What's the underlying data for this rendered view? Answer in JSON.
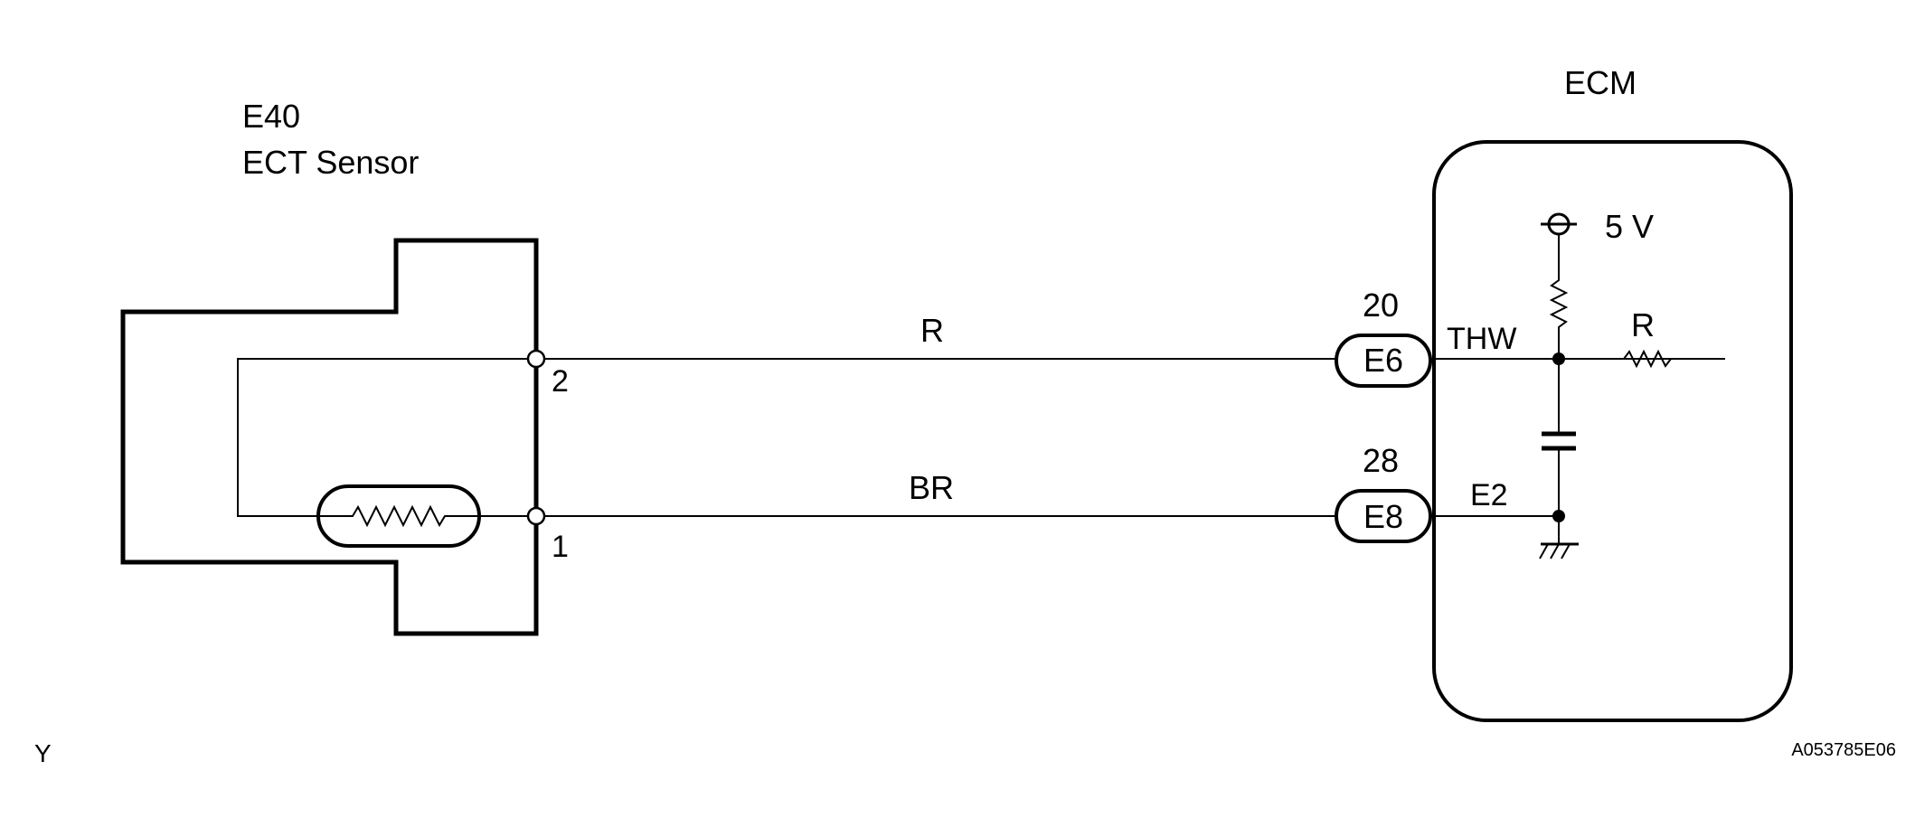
{
  "sensor": {
    "code": "E40",
    "name": "ECT Sensor",
    "pin_top": "2",
    "pin_bottom": "1"
  },
  "ecm": {
    "title": "ECM",
    "supply": "5 V",
    "internal_resistor": "R",
    "signal_terminal": "THW",
    "ground_terminal": "E2"
  },
  "wires": [
    {
      "color": "R",
      "connector": "E6",
      "pin": "20"
    },
    {
      "color": "BR",
      "connector": "E8",
      "pin": "28"
    }
  ],
  "footer": {
    "left_mark": "Y",
    "figure_code": "A053785E06"
  }
}
